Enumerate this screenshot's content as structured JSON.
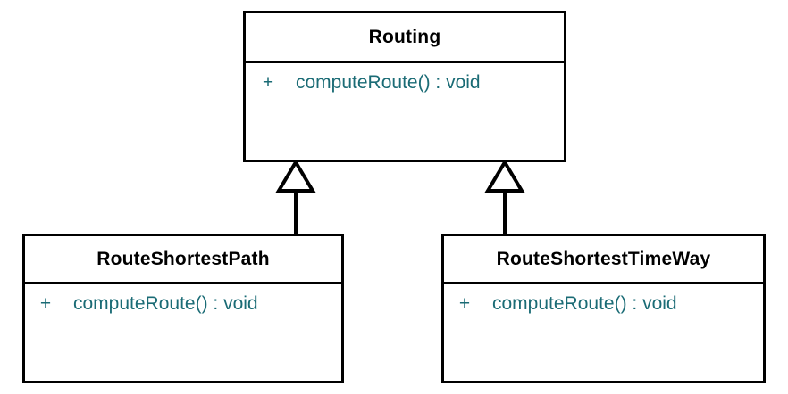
{
  "diagram": {
    "type": "uml-class-diagram",
    "background_color": "#ffffff",
    "border_color": "#000000",
    "class_name_color": "#000000",
    "member_text_color": "#1a6b75",
    "classes": [
      {
        "id": "routing",
        "name": "Routing",
        "role": "superclass",
        "members": [
          {
            "visibility": "+",
            "signature": "computeRoute() : void"
          }
        ]
      },
      {
        "id": "routeshortestpath",
        "name": "RouteShortestPath",
        "role": "subclass",
        "members": [
          {
            "visibility": "+",
            "signature": "computeRoute() : void"
          }
        ]
      },
      {
        "id": "routeshortesttimeway",
        "name": "RouteShortestTimeWay",
        "role": "subclass",
        "members": [
          {
            "visibility": "+",
            "signature": "computeRoute() : void"
          }
        ]
      }
    ],
    "relationships": [
      {
        "id": "generalization-shortestpath",
        "kind": "generalization",
        "from": "RouteShortestPath",
        "to": "Routing",
        "arrow": "hollow-triangle"
      },
      {
        "id": "generalization-shortesttimeway",
        "kind": "generalization",
        "from": "RouteShortestTimeWay",
        "to": "Routing",
        "arrow": "hollow-triangle"
      }
    ]
  }
}
